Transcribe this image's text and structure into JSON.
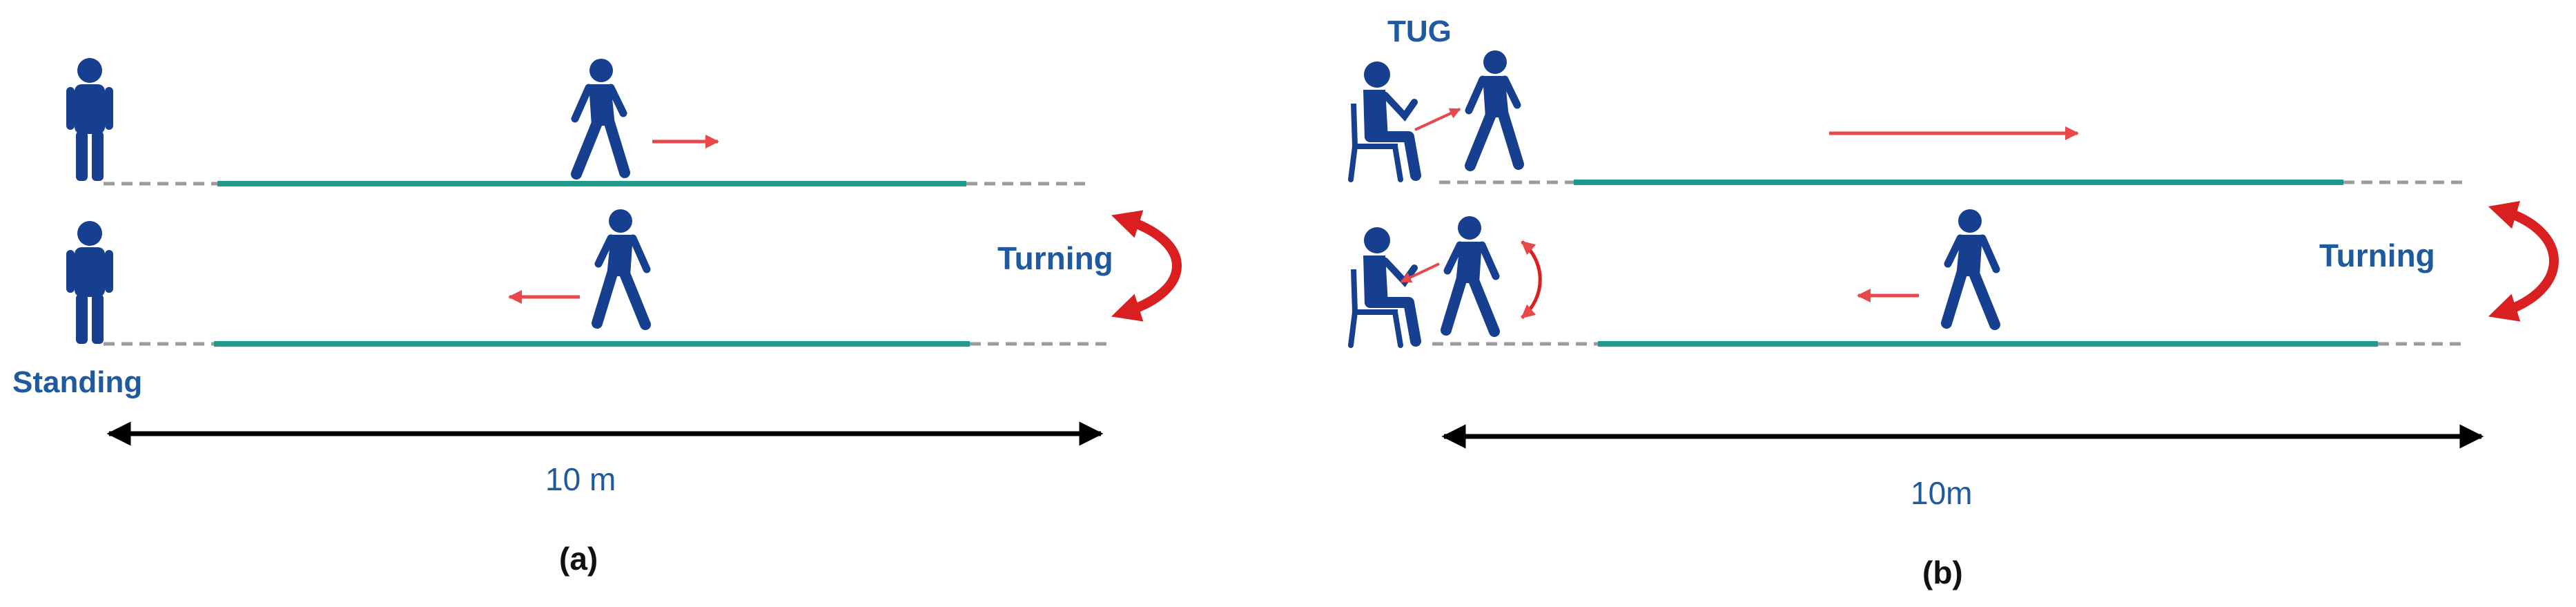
{
  "colors": {
    "figure": "#173f8f",
    "track": "#1f9a8c",
    "dash": "#9a9a9a",
    "arrow_red": "#e8484a",
    "turn_red": "#d91f1f",
    "label_blue": "#1f5aa0",
    "dimension": "#000000"
  },
  "panel_a": {
    "label_standing": "Standing",
    "label_turning": "Turning",
    "distance": "10 m",
    "caption": "(a)"
  },
  "panel_b": {
    "label_tug": "TUG",
    "label_turning": "Turning",
    "distance": "10m",
    "caption": "(b)"
  },
  "icons": {
    "standing_person": "standing-person-icon",
    "walking_person": "walking-person-icon",
    "seated_person": "seated-person-icon",
    "turn_arrow": "curved-double-arrow-icon"
  }
}
